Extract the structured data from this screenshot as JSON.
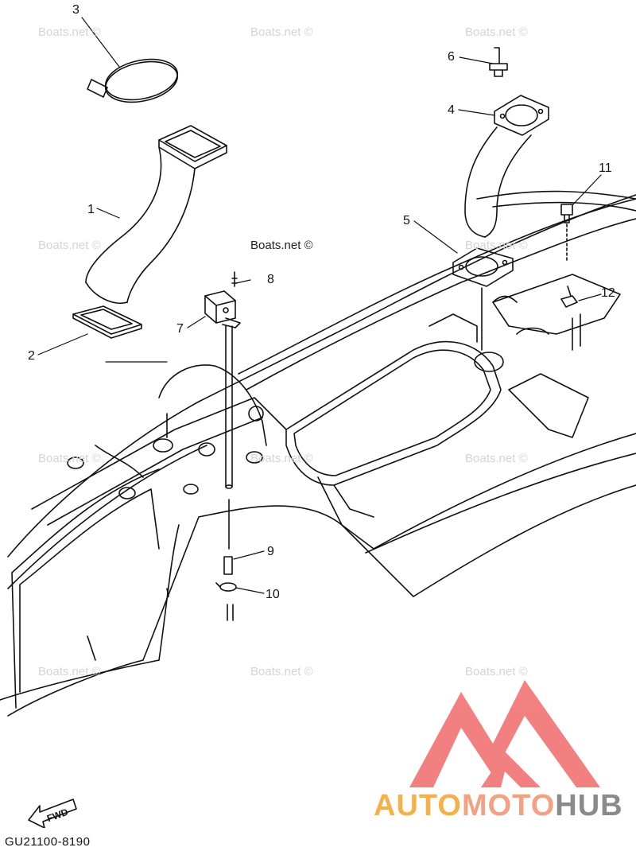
{
  "watermark": "Boats.net ©",
  "diagram_code": "GU21100-8190",
  "fwd_label": "FWD",
  "logo": {
    "part1": "AUTO",
    "part2": "MOTO",
    "part3": "HUB"
  },
  "callouts": [
    "1",
    "2",
    "3",
    "4",
    "5",
    "6",
    "7",
    "8",
    "9",
    "10",
    "11",
    "12"
  ],
  "colors": {
    "line": "#111111",
    "logo_red": "#f26b6b",
    "logo_orange": "#f4b14a",
    "logo_gray": "#8a8a8a",
    "watermark": "#d4d4d4"
  }
}
